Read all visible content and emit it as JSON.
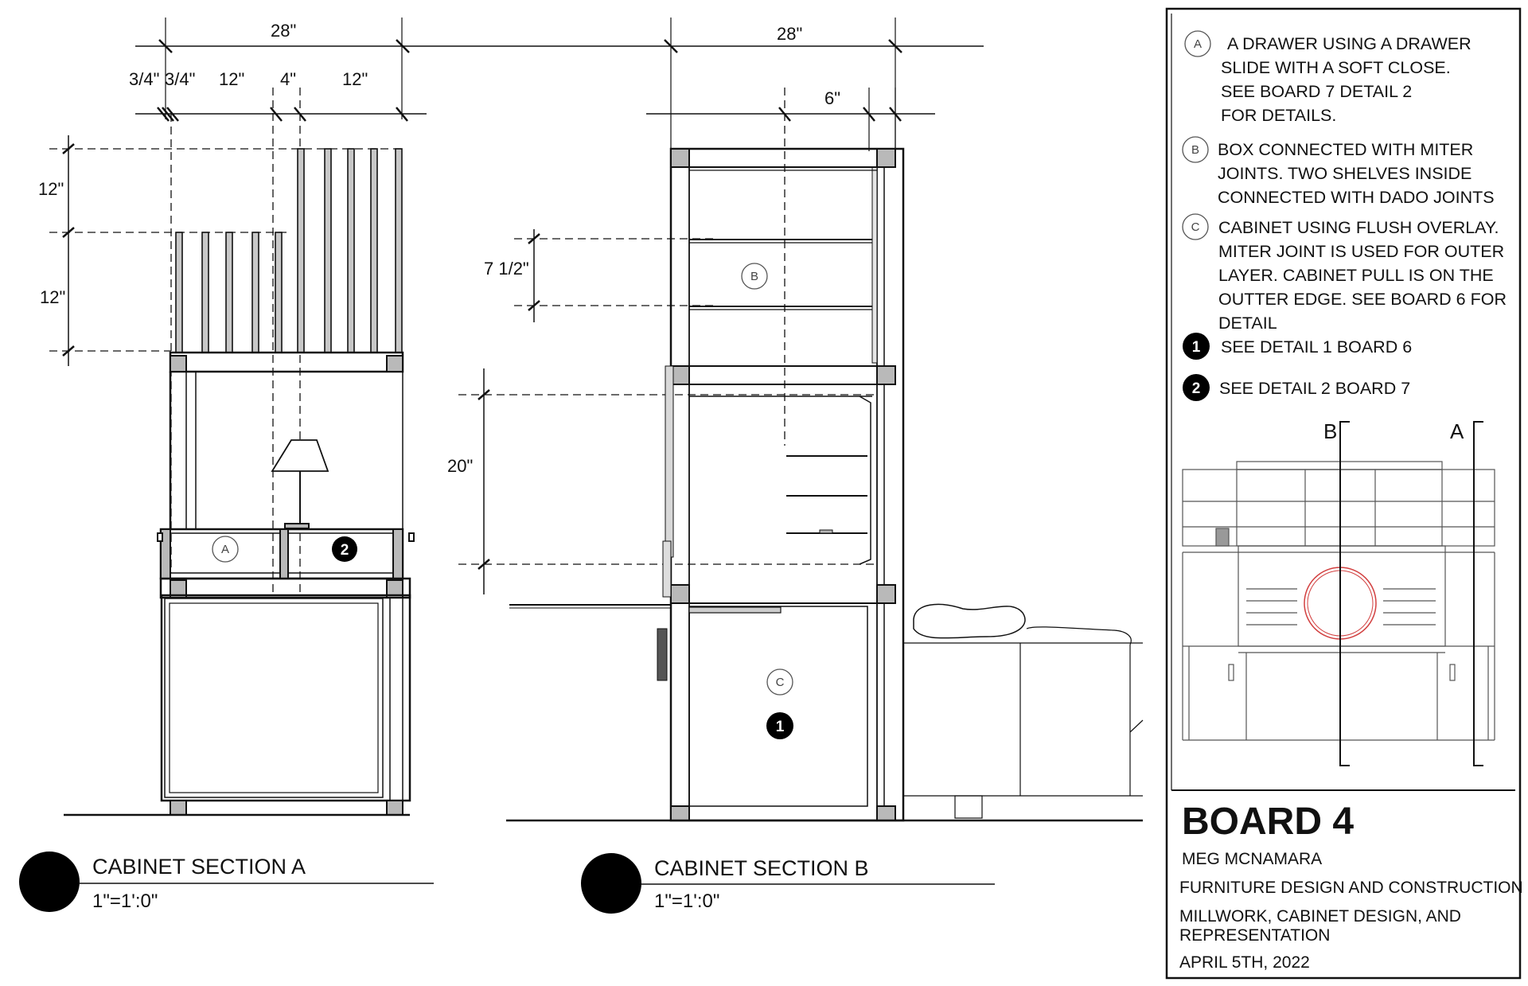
{
  "section_a": {
    "title": "CABINET SECTION A",
    "scale": "1\"=1':0\"",
    "dims": {
      "overall": "28\"",
      "d1": "3/4\"",
      "d2": "3/4\"",
      "d3": "12\"",
      "d4": "4\"",
      "d5": "12\"",
      "v1": "12\"",
      "v2": "12\""
    },
    "tags": {
      "a": "A",
      "detail2": "2"
    }
  },
  "section_b": {
    "title": "CABINET SECTION B",
    "scale": "1\"=1':0\"",
    "dims": {
      "overall": "28\"",
      "d1": "6\"",
      "v1": "7 1/2\"",
      "v2": "20\""
    },
    "tags": {
      "b": "B",
      "c": "C",
      "detail1": "1"
    }
  },
  "notes": [
    {
      "tag": "A",
      "lines": [
        "A DRAWER USING A DRAWER",
        "SLIDE WITH A SOFT CLOSE.",
        "SEE BOARD 7 DETAIL 2",
        "FOR DETAILS."
      ]
    },
    {
      "tag": "B",
      "lines": [
        "BOX CONNECTED WITH MITER",
        "JOINTS. TWO SHELVES INSIDE",
        "CONNECTED WITH DADO JOINTS"
      ]
    },
    {
      "tag": "C",
      "lines": [
        "CABINET USING FLUSH OVERLAY.",
        "MITER JOINT IS USED FOR OUTER",
        "LAYER. CABINET PULL IS ON THE",
        "OUTTER EDGE. SEE BOARD 6 FOR",
        "DETAIL"
      ]
    },
    {
      "tag": "1",
      "lines": [
        "SEE DETAIL 1 BOARD 6"
      ]
    },
    {
      "tag": "2",
      "lines": [
        "SEE DETAIL 2 BOARD 7"
      ]
    }
  ],
  "key_plan": {
    "cut_b": "B",
    "cut_a": "A"
  },
  "title_block": {
    "board": "BOARD 4",
    "author": "MEG MCNAMARA",
    "course": "FURNITURE DESIGN AND CONSTRUCTION",
    "subject_line1": "MILLWORK, CABINET DESIGN, AND",
    "subject_line2": "REPRESENTATION",
    "date": "APRIL 5TH, 2022"
  },
  "colors": {
    "line": "#111111",
    "post": "#b9b9b9",
    "accent": "#d24040"
  }
}
